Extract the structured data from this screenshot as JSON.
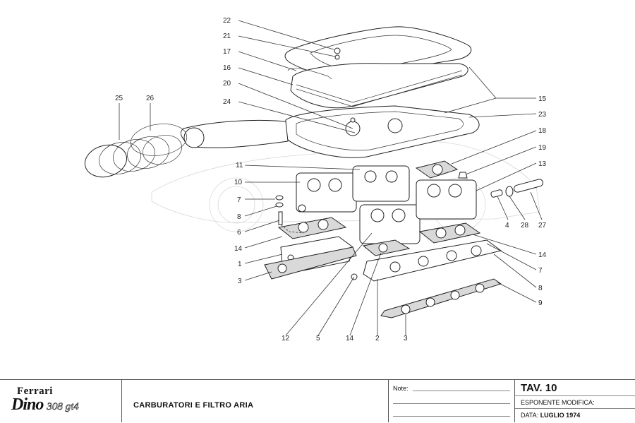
{
  "diagram": {
    "subject": "Exploded view of carburettors and air filter assembly",
    "callouts": [
      "1",
      "2",
      "3",
      "4",
      "5",
      "6",
      "7",
      "8",
      "9",
      "10",
      "11",
      "12",
      "13",
      "14",
      "15",
      "16",
      "17",
      "18",
      "19",
      "20",
      "21",
      "22",
      "23",
      "24",
      "25",
      "26",
      "27",
      "28"
    ],
    "labels": {
      "c22": "22",
      "c21": "21",
      "c17": "17",
      "c16": "16",
      "c20": "20",
      "c24": "24",
      "c25": "25",
      "c26": "26",
      "c15": "15",
      "c23": "23",
      "c18": "18",
      "c19": "19",
      "c13": "13",
      "c11": "11",
      "c10": "10",
      "c7a": "7",
      "c8a": "8",
      "c6": "6",
      "c14a": "14",
      "c1": "1",
      "c3a": "3",
      "c4": "4",
      "c28": "28",
      "c27": "27",
      "c14b": "14",
      "c7b": "7",
      "c8b": "8",
      "c9": "9",
      "c12": "12",
      "c5": "5",
      "c14c": "14",
      "c2": "2",
      "c3b": "3"
    }
  },
  "title_block": {
    "brand": "Ferrari",
    "model": "Dino",
    "model_suffix": "308 gt4",
    "table_title": "CARBURATORI E FILTRO ARIA",
    "notes_label": "Note:",
    "tav": "TAV. 10",
    "modification_label": "ESPONENTE MODIFICA:",
    "modification_value": "",
    "date_label": "DATA:",
    "date_value": "LUGLIO 1974"
  }
}
